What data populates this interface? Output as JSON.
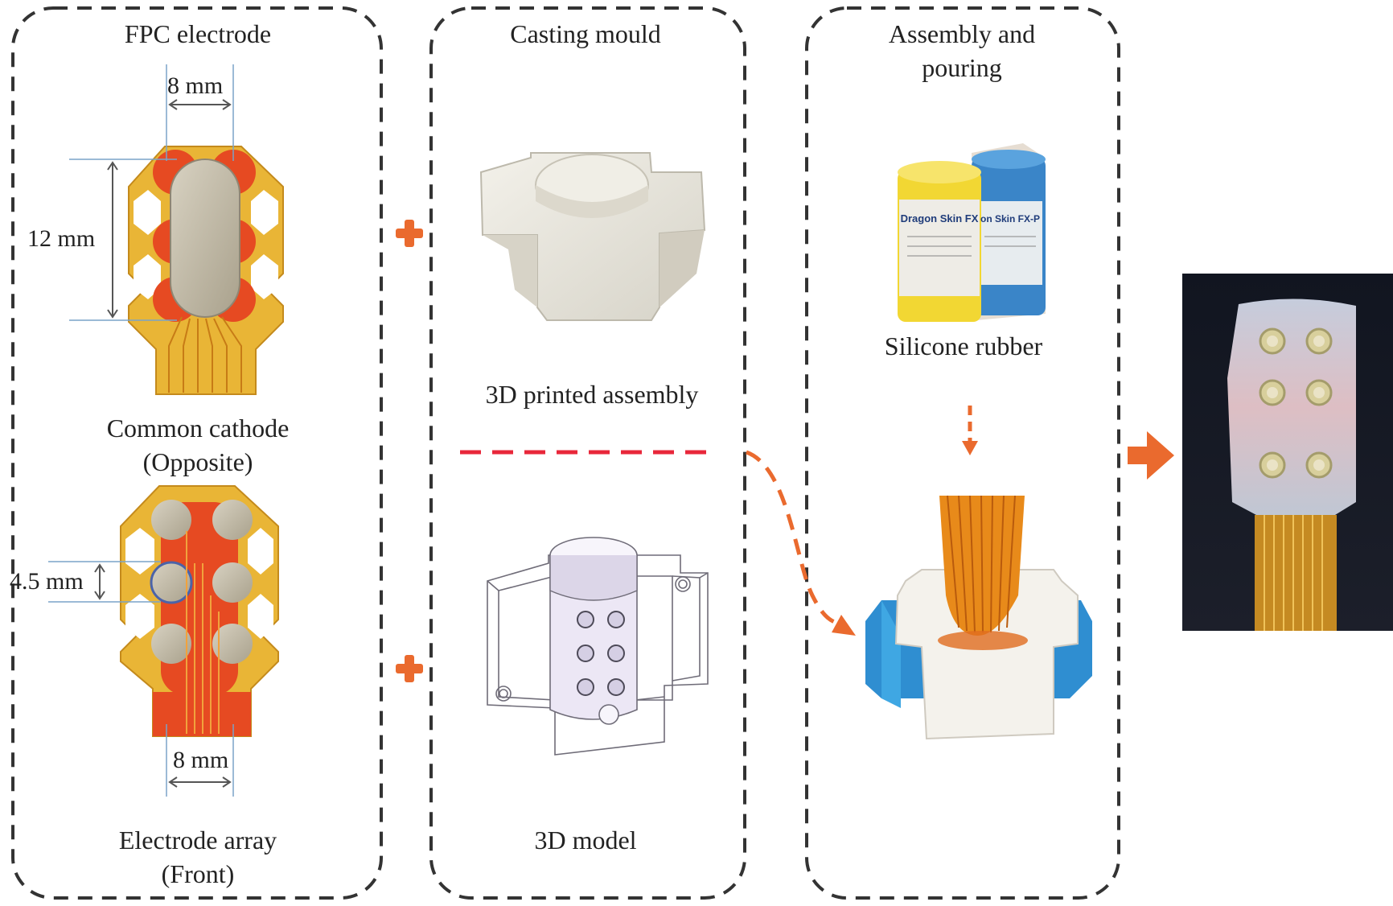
{
  "panels": {
    "fpc": {
      "title": "FPC electrode",
      "dim_top_width": "8 mm",
      "dim_height": "12 mm",
      "caption_top_line1": "Common cathode",
      "caption_top_line2": "(Opposite)",
      "dim_diameter": "4.5 mm",
      "dim_bottom_width": "8 mm",
      "caption_bottom_line1": "Electrode array",
      "caption_bottom_line2": "(Front)"
    },
    "mould": {
      "title": "Casting mould",
      "caption_top": "3D printed assembly",
      "caption_bottom": "3D model"
    },
    "assembly": {
      "title_line1": "Assembly and",
      "title_line2": "pouring",
      "caption_top": "Silicone rubber",
      "label_left_can": "Dragon Skin FX",
      "label_right_can": "on Skin FX-P"
    }
  },
  "colors": {
    "accent_orange": "#ea6a2e",
    "dashed_red": "#e8273a",
    "fpc_yellow": "#e9b536",
    "fpc_red": "#e64a22",
    "frame_dash": "#333333"
  }
}
